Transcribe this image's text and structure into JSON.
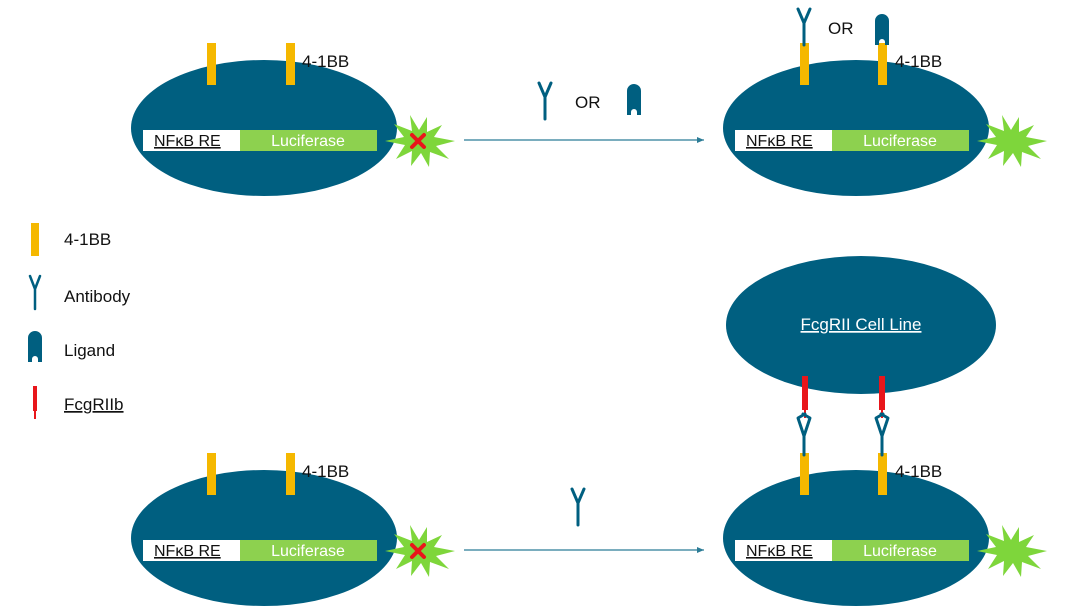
{
  "colors": {
    "cell": "#005f80",
    "receptor_4_1bb": "#f5b800",
    "luciferase": "#8dd14f",
    "burst": "#7ed63b",
    "fcgriib": "#e8161b",
    "reporter_box": "#ffffff",
    "arrow": "#2b7c96"
  },
  "labels": {
    "receptor": "4-1BB",
    "nfkb": "NFκB RE",
    "luciferase": "Luciferase",
    "or": "OR",
    "fcgrii_cell_line": "FcgRII Cell Line"
  },
  "legend": {
    "items": [
      {
        "icon": "receptor-bar-icon",
        "label": "4-1BB"
      },
      {
        "icon": "antibody-icon",
        "label": "Antibody"
      },
      {
        "icon": "ligand-icon",
        "label": "Ligand"
      },
      {
        "icon": "fcgriib-icon",
        "label": "FcgRIIb"
      }
    ]
  }
}
